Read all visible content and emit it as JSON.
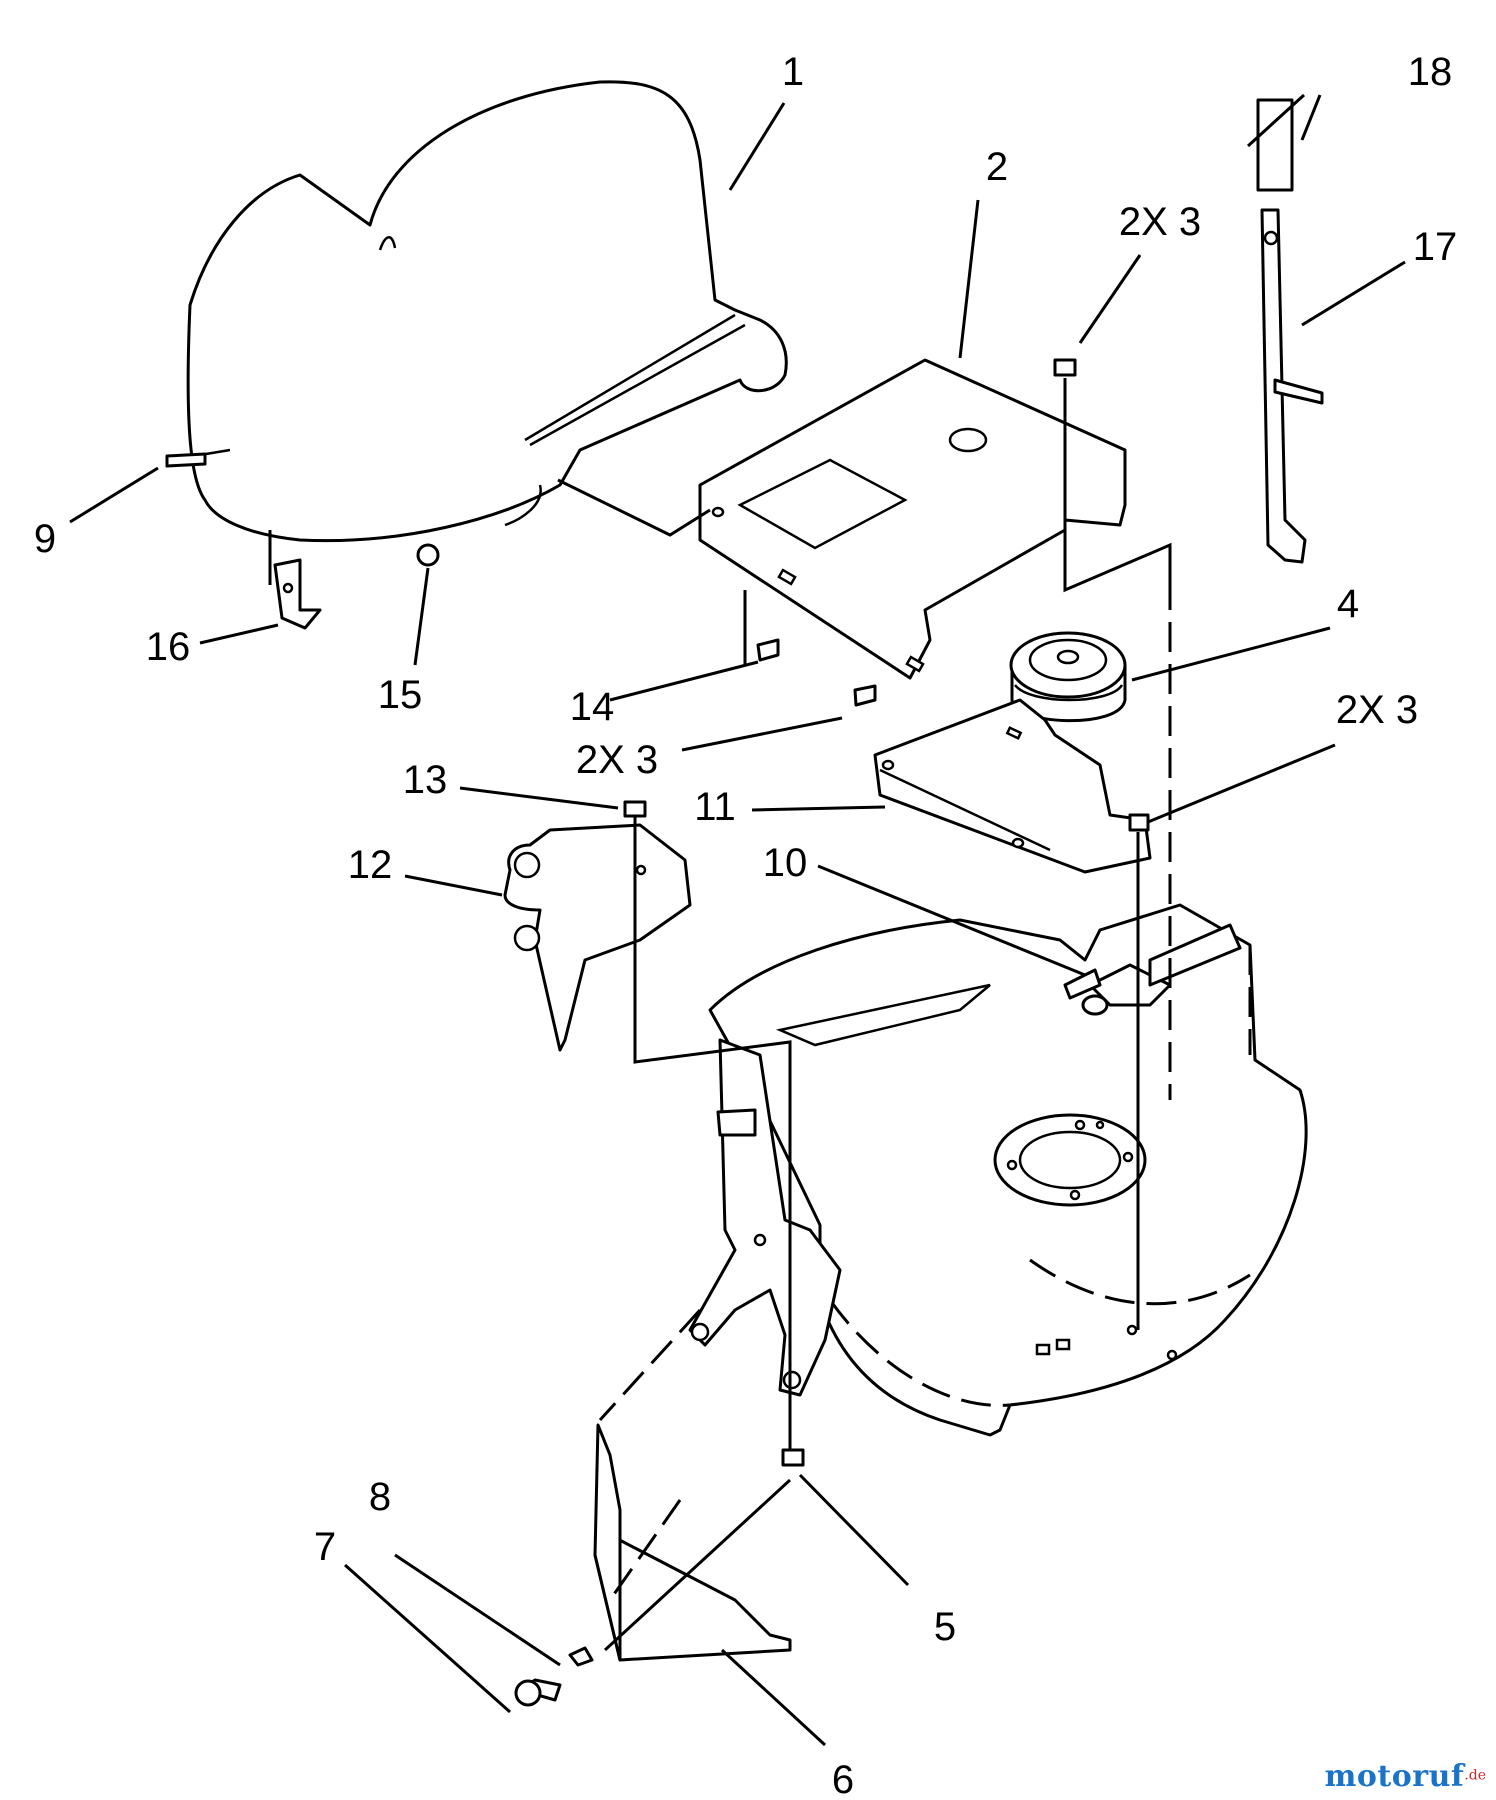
{
  "diagram": {
    "callouts": [
      "1",
      "2",
      "2X 3",
      "4",
      "5",
      "6",
      "7",
      "8",
      "9",
      "10",
      "11",
      "12",
      "13",
      "14",
      "2X 3",
      "15",
      "16",
      "17",
      "18",
      "2X 3"
    ]
  },
  "watermark": {
    "name": "motoruf",
    "suffix": ".de",
    "color_main": "#1a73c8",
    "color_suffix": "#c62828"
  }
}
